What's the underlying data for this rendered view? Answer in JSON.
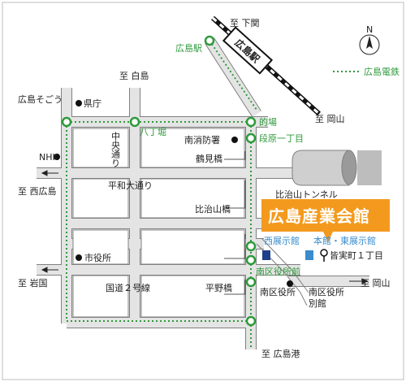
{
  "labels": {
    "to_shimonoseki": "至 下関",
    "hiroshima_station_jr": "広島駅",
    "hiroshima_station_tram": "広島駅",
    "to_shiraishima": "至 白島",
    "sogo": "広島そごう",
    "prefecture": "県庁",
    "matoba": "的場",
    "to_okayama_top": "至 岡山",
    "hatchobori": "八丁堀",
    "chuo_dori": "中央通り",
    "minami_fire": "南消防署",
    "danbara": "段原一丁目",
    "tsurumibashi": "鶴見橋",
    "nhk": "NHK",
    "to_nishihiroshima": "至 西広島",
    "heiwa_odori": "平和大通り",
    "hijiyama_tunnel": "比治山トンネル",
    "hijiyamabashi": "比治山橋",
    "venue_name": "広島産業会館",
    "west_hall": "西展示館",
    "main_east_hall": "本館・東展示館",
    "minamimachi": "皆実町１丁目",
    "city_office": "市役所",
    "to_iwakuni": "至 岩国",
    "route2": "国道２号線",
    "hiranobashi": "平野橋",
    "minami_ward_stop": "南区役所前",
    "minami_ward_office": "南区役所",
    "minami_ward_annex": "南区役所\n別館",
    "to_okayama_right": "至 岡山",
    "to_hiroshima_port": "至 広島港",
    "tram_legend": "広島電鉄",
    "north": "N"
  },
  "colors": {
    "road": "#cfcfcf",
    "road_edge": "#808080",
    "tram": "#2f9a3c",
    "venue_orange": "#f39a1e",
    "hall_blue": "#3a8ccc",
    "hall_navy": "#1e3f8a"
  }
}
